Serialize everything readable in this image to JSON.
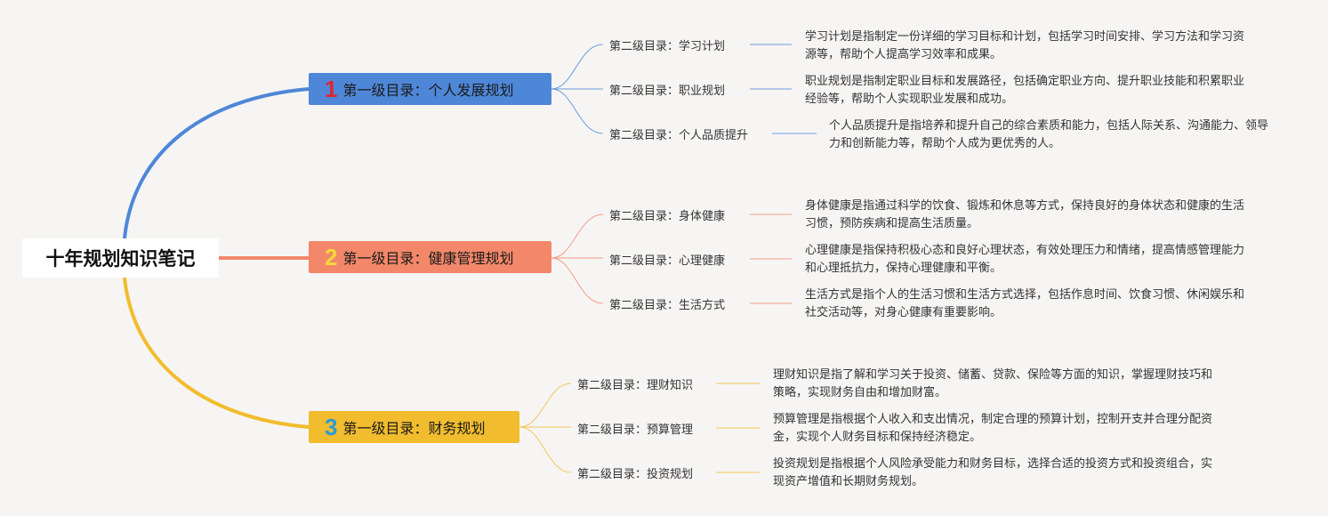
{
  "root": {
    "title": "十年规划知识笔记"
  },
  "colors": {
    "blue": "#4f87d8",
    "orange": "#f2876a",
    "yellow": "#f1bc2e"
  },
  "branches": [
    {
      "number": "1",
      "label": "第一级目录：个人发展规划",
      "children": [
        {
          "label": "第二级目录：学习计划",
          "desc": "学习计划是指制定一份详细的学习目标和计划，包括学习时间安排、学习方法和学习资源等，帮助个人提高学习效率和成果。"
        },
        {
          "label": "第二级目录：职业规划",
          "desc": "职业规划是指制定职业目标和发展路径，包括确定职业方向、提升职业技能和积累职业经验等，帮助个人实现职业发展和成功。"
        },
        {
          "label": "第二级目录：个人品质提升",
          "desc": "个人品质提升是指培养和提升自己的综合素质和能力，包括人际关系、沟通能力、领导力和创新能力等，帮助个人成为更优秀的人。"
        }
      ]
    },
    {
      "number": "2",
      "label": "第一级目录：健康管理规划",
      "children": [
        {
          "label": "第二级目录：身体健康",
          "desc": "身体健康是指通过科学的饮食、锻炼和休息等方式，保持良好的身体状态和健康的生活习惯，预防疾病和提高生活质量。"
        },
        {
          "label": "第二级目录：心理健康",
          "desc": "心理健康是指保持积极心态和良好心理状态，有效处理压力和情绪，提高情感管理能力和心理抵抗力，保持心理健康和平衡。"
        },
        {
          "label": "第二级目录：生活方式",
          "desc": "生活方式是指个人的生活习惯和生活方式选择，包括作息时间、饮食习惯、休闲娱乐和社交活动等，对身心健康有重要影响。"
        }
      ]
    },
    {
      "number": "3",
      "label": "第一级目录：财务规划",
      "children": [
        {
          "label": "第二级目录：理财知识",
          "desc": "理财知识是指了解和学习关于投资、储蓄、贷款、保险等方面的知识，掌握理财技巧和策略，实现财务自由和增加财富。"
        },
        {
          "label": "第二级目录：预算管理",
          "desc": "预算管理是指根据个人收入和支出情况，制定合理的预算计划，控制开支并合理分配资金，实现个人财务目标和保持经济稳定。"
        },
        {
          "label": "第二级目录：投资规划",
          "desc": "投资规划是指根据个人风险承受能力和财务目标，选择合适的投资方式和投资组合，实现资产增值和长期财务规划。"
        }
      ]
    }
  ]
}
